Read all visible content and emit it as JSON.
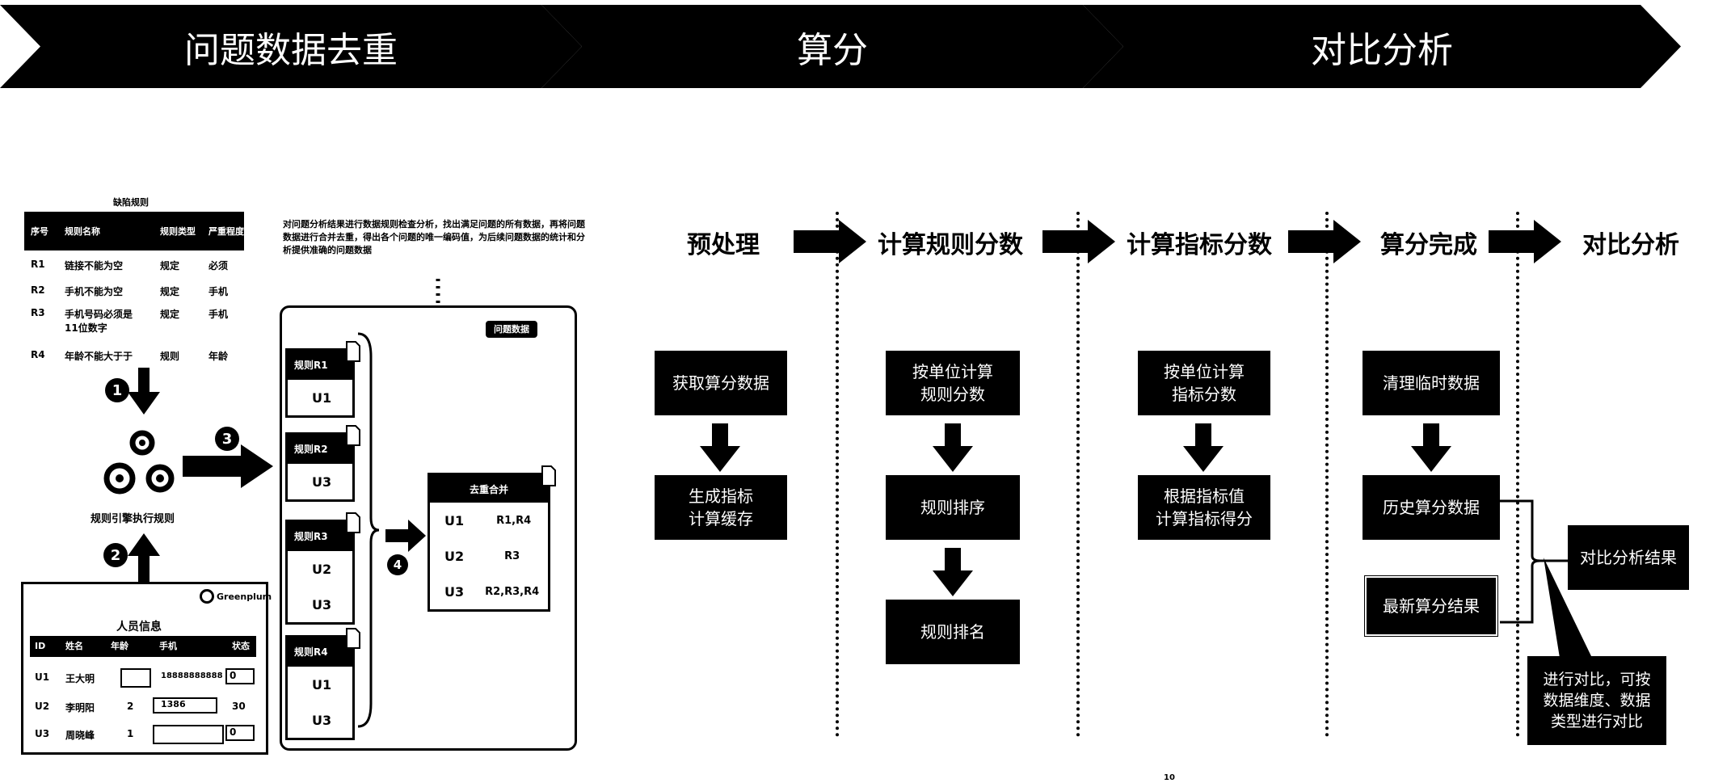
{
  "banner": [
    "问题数据去重",
    "算分",
    "对比分析"
  ],
  "rule_table": {
    "title": "缺陷规则",
    "headers": [
      "序号",
      "规则名称",
      "规则类型",
      "严重程度"
    ],
    "rows": [
      [
        "R1",
        "链接不能为空",
        "规定",
        "必须"
      ],
      [
        "R2",
        "手机不能为空",
        "规定",
        "手机"
      ],
      [
        "R3",
        "手机号码必须是11位数字",
        "规定",
        "手机"
      ],
      [
        "R4",
        "年龄不能大于于",
        "规则",
        "年龄"
      ]
    ]
  },
  "steps": {
    "s1": "1",
    "s2": "2",
    "s3": "3",
    "s4": "4"
  },
  "engine_label": "规则引擎执行规则",
  "note_text": "对问题分析结果进行数据规则检查分析，找出满足问题的所有数据，再将问题数据进行合并去重，得出各个问题的唯一编码值，为后续问题数据的统计和分析提供准确的问题数据",
  "person_panel": {
    "brand": "Greenplum",
    "title": "人员信息",
    "headers": [
      "ID",
      "姓名",
      "年龄",
      "手机",
      "状态"
    ],
    "rows": [
      [
        "U1",
        "王大明",
        "",
        "18888888888",
        "0"
      ],
      [
        "U2",
        "李明阳",
        "2",
        "1386",
        "30"
      ],
      [
        "U3",
        "周晓峰",
        "1",
        "",
        "0"
      ]
    ]
  },
  "result_panel": {
    "brand": "问题数据",
    "cards": [
      {
        "head": "规则R1",
        "rows": [
          "U1"
        ]
      },
      {
        "head": "规则R2",
        "rows": [
          "U3"
        ]
      },
      {
        "head": "规则R3",
        "rows": [
          "U2",
          "U3"
        ]
      },
      {
        "head": "规则R4",
        "rows": [
          "U1",
          "U3"
        ]
      }
    ],
    "merged": {
      "head": "去重合并",
      "rows": [
        [
          "U1",
          "R1,R4"
        ],
        [
          "U2",
          "R3"
        ],
        [
          "U3",
          "R2,R3,R4"
        ]
      ]
    }
  },
  "flow": {
    "stages": [
      "预处理",
      "计算规则分数",
      "计算指标分数",
      "算分完成",
      "对比分析"
    ],
    "boxes": {
      "pre1": "获取算分数据",
      "pre2": "生成指标\n计算缓存",
      "rule1": "按单位计算\n规则分数",
      "rule2": "规则排序",
      "rule3": "规则排名",
      "ind1": "按单位计算\n指标分数",
      "ind2": "根据指标值\n计算指标得分",
      "done1": "清理临时数据",
      "done2": "历史算分数据",
      "done3": "最新算分结果",
      "cmp1": "对比分析结果",
      "cmp2": "进行对比，可按\n数据维度、数据\n类型进行对比"
    }
  },
  "page_number": "10"
}
